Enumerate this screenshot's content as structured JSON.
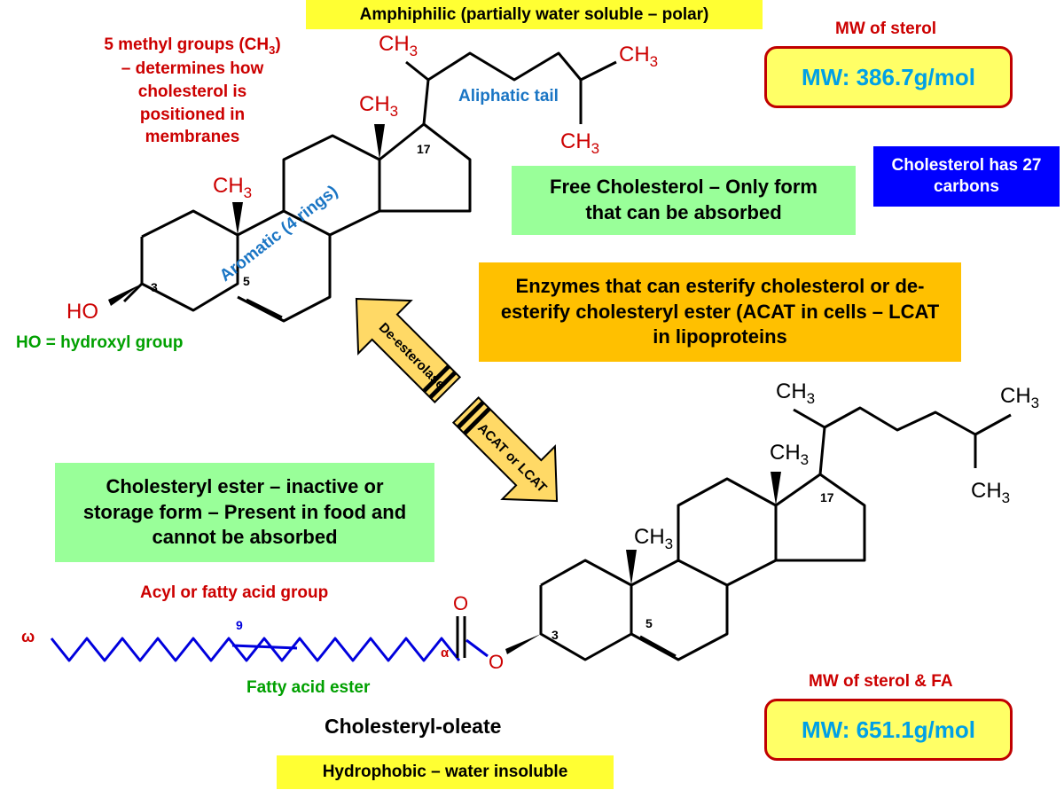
{
  "header": {
    "amphiphilic": "Amphiphilic (partially water soluble – polar)",
    "hydrophobic": "Hydrophobic – water insoluble"
  },
  "free_cholesterol": {
    "methyl_note_1": "5 methyl groups (CH",
    "methyl_note_sub": "3",
    "methyl_note_2": ")",
    "methyl_note_3": "– determines how",
    "methyl_note_4": "cholesterol is",
    "methyl_note_5": "positioned in",
    "methyl_note_6": "membranes",
    "aliphatic_tail": "Aliphatic tail",
    "aromatic": "Aromatic (4 rings)",
    "hydroxyl_note": "HO = hydroxyl group",
    "ho": "HO",
    "c3": "3",
    "c5": "5",
    "c17": "17",
    "box": "Free Cholesterol – Only form that can be absorbed"
  },
  "ester": {
    "box": "Cholesteryl ester – inactive or storage form – Present in food and cannot be absorbed",
    "acyl_label": "Acyl or fatty acid group",
    "fatty_ester": "Fatty acid ester",
    "name": "Cholesteryl-oleate",
    "omega": "ω",
    "alpha": "α",
    "nine": "9",
    "c3": "3",
    "c5": "5",
    "c17": "17",
    "o": "O",
    "o2": "O"
  },
  "methyl": {
    "ch": "CH",
    "sub": "3"
  },
  "enzymes": {
    "box": "Enzymes that can esterify cholesterol or de-esterify cholesteryl ester (ACAT in cells – LCAT in lipoproteins",
    "up_arrow": "De-esterolase",
    "down_arrow": "ACAT or LCAT"
  },
  "info": {
    "carbons": "Cholesterol has 27 carbons"
  },
  "mw": {
    "sterol_label": "MW of sterol",
    "sterol_value": "MW: 386.7g/mol",
    "ester_label": "MW of sterol & FA",
    "ester_value": "MW: 651.1g/mol"
  },
  "colors": {
    "red_text": "#cc0000",
    "blue_text": "#1a75c4",
    "green_text": "#00a000",
    "fatty_chain": "#0000dd",
    "arrow_fill": "#ffd966"
  }
}
